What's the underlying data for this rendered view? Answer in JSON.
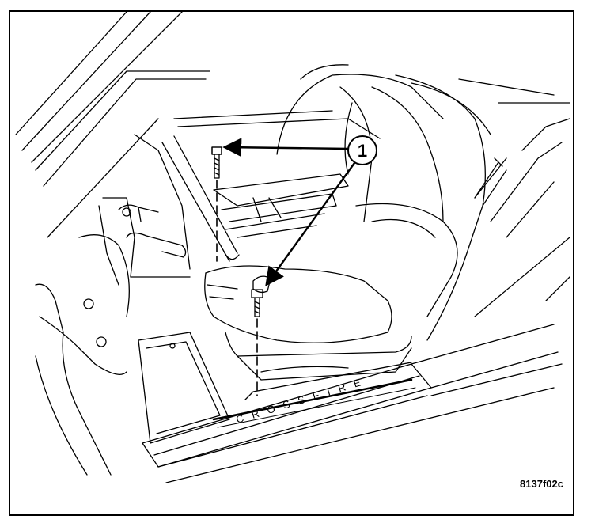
{
  "figure": {
    "code": "8137f02c",
    "callout": {
      "label": "1"
    },
    "parts": [
      {
        "name": "seat-belt-buckle-bolt"
      },
      {
        "name": "seat-bolt-front"
      }
    ],
    "sill_plate_text": "CROSSFIRE"
  }
}
